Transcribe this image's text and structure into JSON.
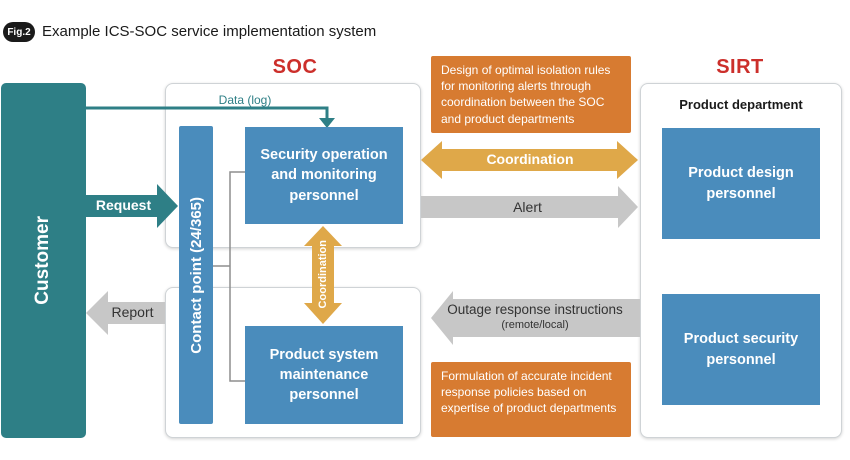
{
  "figure": {
    "badge": "Fig.2",
    "title": "Example ICS-SOC service implementation system"
  },
  "sections": {
    "soc": "SOC",
    "sirt": "SIRT",
    "product_department": "Product department"
  },
  "customer": {
    "label": "Customer"
  },
  "contact_point": {
    "label": "Contact point (24/365)"
  },
  "boxes": {
    "security_operation": "Security operation and monitoring personnel",
    "product_maintenance": "Product system maintenance personnel",
    "product_design": "Product design personnel",
    "product_security": "Product security personnel"
  },
  "notes": {
    "isolation_rules": "Design of optimal isolation rules for monitoring alerts through coordination between the SOC and product departments",
    "incident_policies": "Formulation of accurate incident response policies based on expertise of product departments"
  },
  "arrows": {
    "data_log": "Data (log)",
    "request": "Request",
    "report": "Report",
    "coordination_horizontal": "Coordination",
    "coordination_vertical": "Coordination",
    "alert": "Alert",
    "outage_instructions": "Outage response instructions",
    "outage_sub": "(remote/local)"
  },
  "colors": {
    "teal": "#2e7f86",
    "blue": "#4a8cbc",
    "orange": "#d77b31",
    "gold": "#dfa849",
    "gray": "#c7c7c7",
    "red": "#cc2f2b"
  }
}
